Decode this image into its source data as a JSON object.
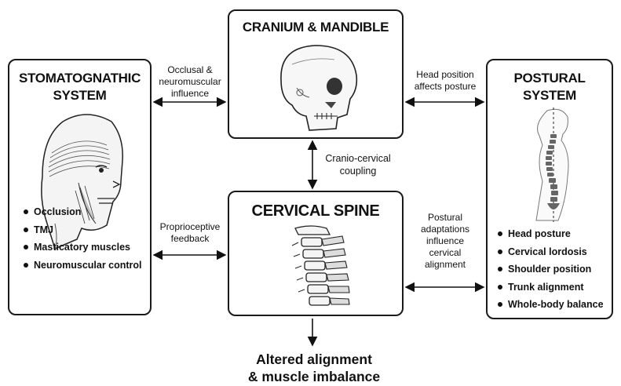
{
  "nodes": {
    "cranium": {
      "title": "CRANIUM & MANDIBLE"
    },
    "stomatognathic": {
      "title": "STOMATOGNATHIC\nSYSTEM",
      "items": [
        "Occlusion",
        "TMJ",
        "Masticatory muscles",
        "Neuromuscular control"
      ]
    },
    "postural": {
      "title": "POSTURAL\nSYSTEM",
      "items": [
        "Head posture",
        "Cervical lordosis",
        "Shoulder position",
        "Trunk alignment",
        "Whole-body balance"
      ]
    },
    "cervical": {
      "title": "CERVICAL SPINE"
    }
  },
  "edges": {
    "stomatognathic_cranium": "Occlusal &\nneuromuscular\ninfluence",
    "cranium_postural": "Head position\naffects posture",
    "cranium_cervical": "Cranio-cervical\ncoupling",
    "stomatognathic_cervical": "Proprioceptive\nfeedback",
    "cervical_postural": "Postural\nadaptations\ninfluence\ncervical\nalignment"
  },
  "outcome": "Altered alignment\n& muscle imbalance",
  "icons": [
    "skull-illustration",
    "head-muscles-illustration",
    "spine-profile-illustration",
    "cervical-vertebrae-illustration"
  ]
}
